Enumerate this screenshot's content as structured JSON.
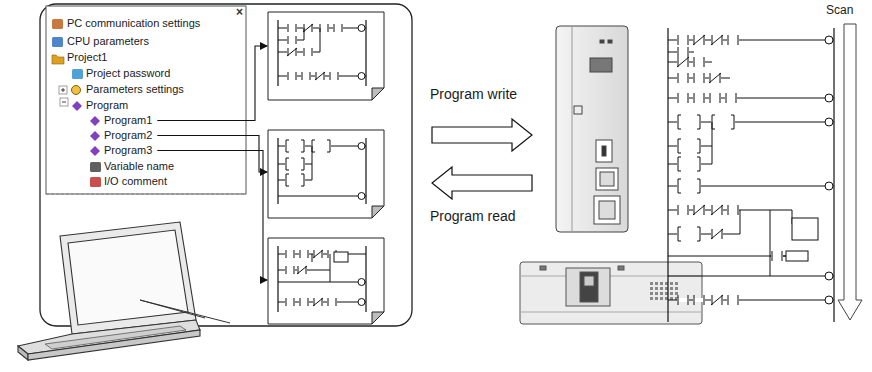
{
  "diagram": {
    "labels": [
      "×",
      "PC communication settings",
      "CPU parameters",
      "Project1",
      "Project password",
      "Parameters settings",
      "Program",
      "Program1",
      "Program2",
      "Program3",
      "Variable name",
      "I/O comment",
      "Program write",
      "Program read",
      "Scan"
    ]
  }
}
